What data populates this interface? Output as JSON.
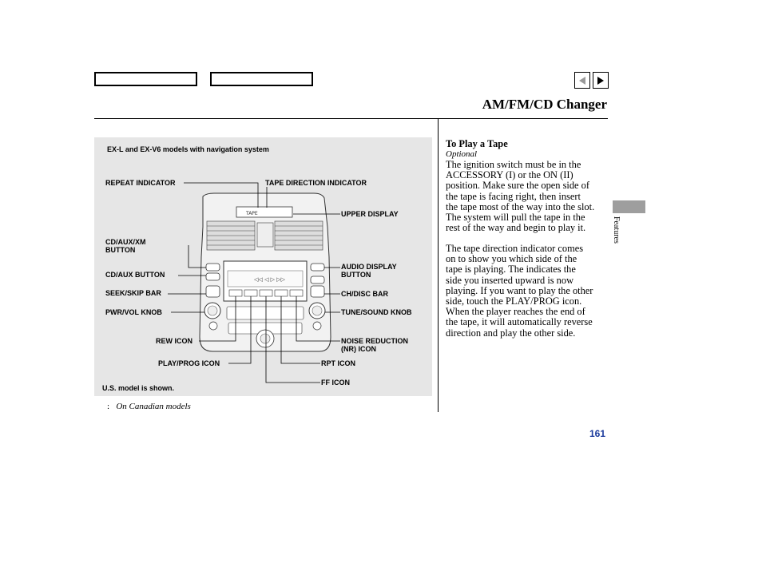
{
  "header": {
    "title": "AM/FM/CD Changer",
    "nav_left_icon": "left-arrow",
    "nav_right_icon": "right-arrow"
  },
  "figure": {
    "caption_top": "EX-L and EX-V6 models with navigation system",
    "caption_bottom": "U.S. model is shown.",
    "labels": {
      "repeat_indicator": "REPEAT INDICATOR",
      "tape_direction_indicator": "TAPE DIRECTION INDICATOR",
      "upper_display": "UPPER DISPLAY",
      "cd_aux_xm_1": "CD/AUX/XM",
      "cd_aux_xm_2": "BUTTON",
      "cd_aux_button": "CD/AUX BUTTON",
      "audio_display_1": "AUDIO DISPLAY",
      "audio_display_2": "BUTTON",
      "seek_skip_bar": "SEEK/SKIP BAR",
      "ch_disc_bar": "CH/DISC BAR",
      "pwr_vol_knob": "PWR/VOL KNOB",
      "tune_sound_knob": "TUNE/SOUND KNOB",
      "rew_icon": "REW ICON",
      "noise_reduction_1": "NOISE REDUCTION",
      "noise_reduction_2": "(NR) ICON",
      "play_prog_icon": "PLAY/PROG ICON",
      "rpt_icon": "RPT ICON",
      "ff_icon": "FF ICON"
    }
  },
  "footnote": {
    "marker": ":",
    "text": "On Canadian models"
  },
  "page_number": "161",
  "side_label": "Features",
  "section": {
    "heading": "To Play a Tape",
    "optional": "Optional",
    "para1": [
      "The ignition switch must be in the",
      "ACCESSORY (I) or the ON (II)",
      "position. Make sure the open side of",
      "the tape is facing right, then insert",
      "the tape most of the way into the slot.",
      "The system will pull the tape in the",
      "rest of the way and begin to play it."
    ],
    "para2": [
      "The tape direction indicator comes",
      "on to show you which side of the",
      "tape is playing. The      indicates the",
      "side you inserted upward is now",
      "playing. If you want to play the other",
      "side, touch the PLAY/PROG icon.",
      "When the player reaches the end of",
      "the tape, it will automatically reverse",
      "direction and play the other side."
    ]
  }
}
